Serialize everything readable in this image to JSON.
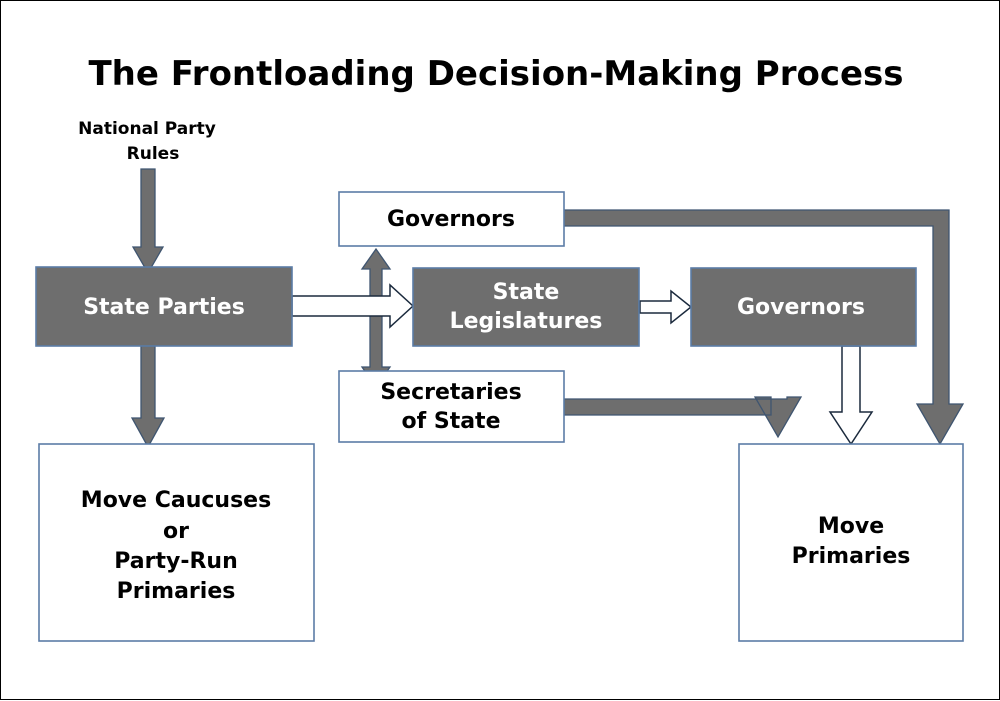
{
  "page": {
    "title": "The Frontloading Decision-Making Process",
    "background_color": "#ffffff",
    "border_color": "#000000"
  },
  "colors": {
    "node_gray_fill": "#6e6e6e",
    "node_white_fill": "#ffffff",
    "node_border": "#5b7ca6",
    "arrow_gray": "#6e6e6e",
    "arrow_gray_outline": "#3f5570",
    "arrow_white_fill": "#ffffff",
    "arrow_white_outline": "#1b2a3d",
    "text_dark": "#000000",
    "text_light": "#ffffff"
  },
  "labels": {
    "national_party_rules_line1": "National Party",
    "national_party_rules_line2": "Rules"
  },
  "nodes": {
    "state_parties": {
      "label": "State Parties",
      "style": "gray"
    },
    "governors_top": {
      "label": "Governors",
      "style": "white"
    },
    "state_legislatures_line1": "State",
    "state_legislatures_line2": "Legislatures",
    "governors_right": {
      "label": "Governors",
      "style": "gray"
    },
    "secretaries_of_state_line1": "Secretaries",
    "secretaries_of_state_line2": "of State",
    "move_caucuses_line1": "Move Caucuses",
    "move_caucuses_line2": "or",
    "move_caucuses_line3": "Party-Run",
    "move_caucuses_line4": "Primaries",
    "move_primaries_line1": "Move",
    "move_primaries_line2": "Primaries"
  },
  "arrows": [
    {
      "name": "rules-to-state-parties",
      "style": "gray",
      "direction": "down"
    },
    {
      "name": "state-parties-to-move-caucuses",
      "style": "gray",
      "direction": "down"
    },
    {
      "name": "state-parties-to-state-legislatures",
      "style": "white",
      "direction": "right"
    },
    {
      "name": "governors-top-to-secretaries",
      "style": "gray",
      "direction": "both"
    },
    {
      "name": "state-legislatures-to-governors-right",
      "style": "white",
      "direction": "right"
    },
    {
      "name": "governors-top-to-move-primaries",
      "style": "gray",
      "direction": "elbow-right-down"
    },
    {
      "name": "secretaries-to-move-primaries",
      "style": "gray",
      "direction": "elbow-right-down"
    },
    {
      "name": "governors-right-to-move-primaries",
      "style": "white",
      "direction": "down"
    }
  ]
}
